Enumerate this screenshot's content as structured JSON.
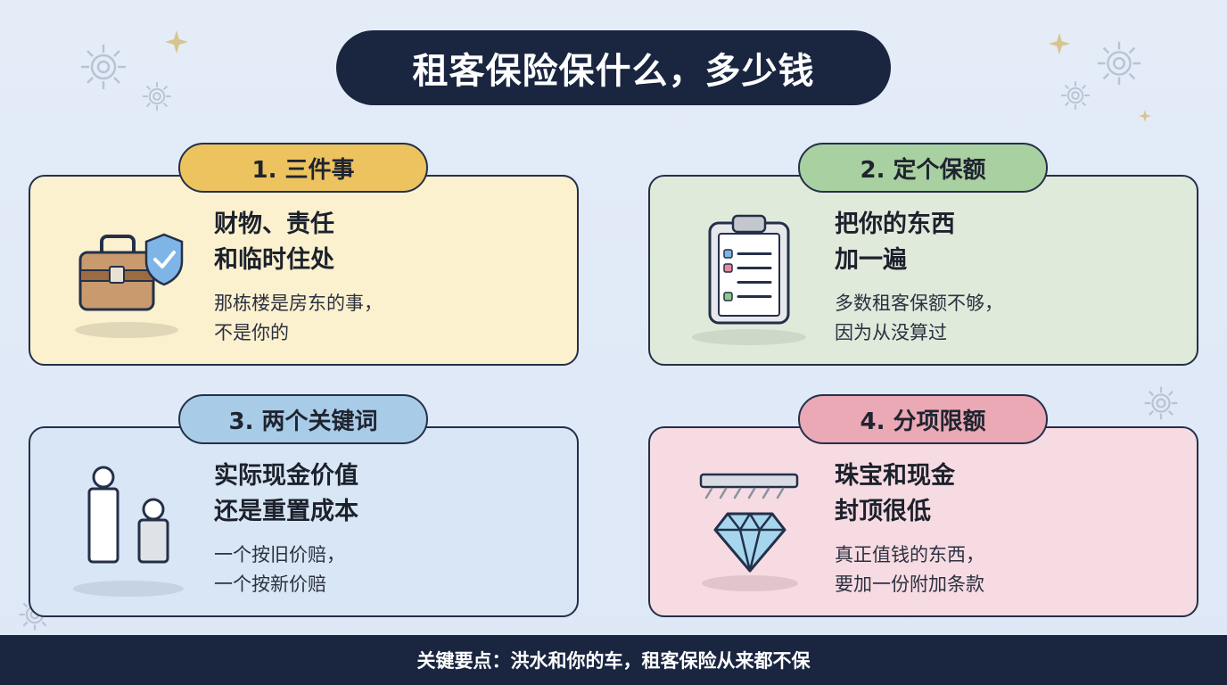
{
  "title": "租客保险保什么，多少钱",
  "cards": [
    {
      "tab": "1. 三件事",
      "headline_1": "财物、责任",
      "headline_2": "和临时住处",
      "desc_1": "那栋楼是房东的事，",
      "desc_2": "不是你的",
      "card_color": "#fcf1cf",
      "tab_color": "#ecc35f",
      "icon": "briefcase-shield-icon"
    },
    {
      "tab": "2. 定个保额",
      "headline_1": "把你的东西",
      "headline_2": "加一遍",
      "desc_1": "多数租客保额不够，",
      "desc_2": "因为从没算过",
      "card_color": "#dfeadb",
      "tab_color": "#a9d0a0",
      "icon": "clipboard-checklist-icon"
    },
    {
      "tab": "3. 两个关键词",
      "headline_1": "实际现金价值",
      "headline_2": "还是重置成本",
      "desc_1": "一个按旧价赔，",
      "desc_2": "一个按新价赔",
      "card_color": "#d9e6f5",
      "tab_color": "#a8cbe8",
      "icon": "two-bars-compare-icon"
    },
    {
      "tab": "4. 分项限额",
      "headline_1": "珠宝和现金",
      "headline_2": "封顶很低",
      "desc_1": "真正值钱的东西，",
      "desc_2": "要加一份附加条款",
      "card_color": "#f7dbe2",
      "tab_color": "#eba8b5",
      "icon": "diamond-limit-icon"
    }
  ],
  "footer": "关键要点：洪水和你的车，租客保险从来都不保"
}
